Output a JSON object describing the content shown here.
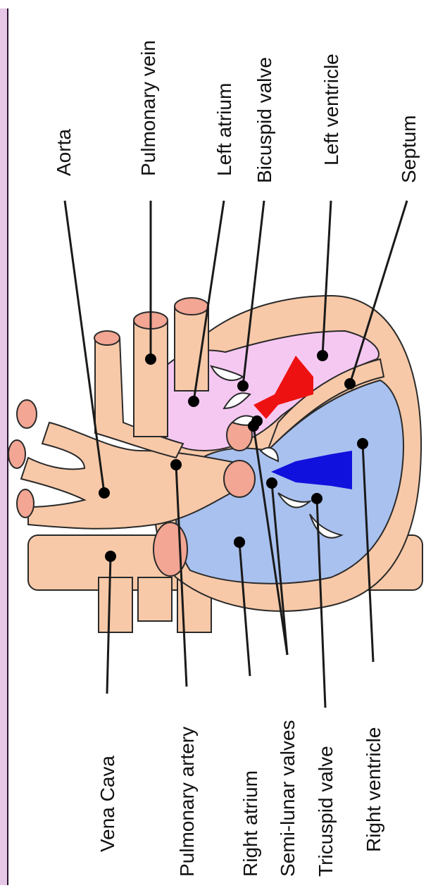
{
  "colors": {
    "tissue": "#f8c9a8",
    "tissue_dark": "#f2a693",
    "left_side": "#f5c8f2",
    "right_side": "#a9c1ef",
    "oxygenated_arrow": "#ee1111",
    "deoxygenated_arrow": "#1111dd",
    "outline": "#2a2a2a"
  },
  "labels": {
    "aorta": "Aorta",
    "pulmonary_vein": "Pulmonary vein",
    "left_atrium": "Left atrium",
    "bicuspid_valve": "Bicuspid valve",
    "left_ventricle": "Left ventricle",
    "septum": "Septum",
    "vena_cava": "Vena Cava",
    "pulmonary_artery": "Pulmonary artery",
    "right_atrium": "Right atrium",
    "semilunar_valves": "Semi-lunar valves",
    "tricuspid_valve": "Tricuspid valve",
    "right_ventricle": "Right ventricle"
  }
}
